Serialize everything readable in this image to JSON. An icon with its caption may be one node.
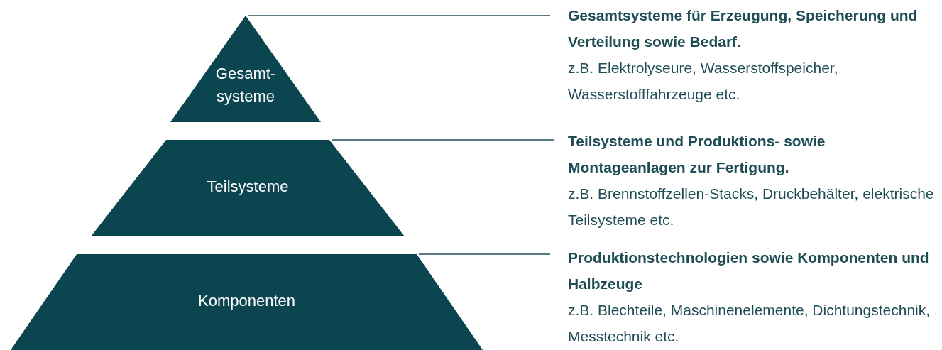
{
  "diagram": {
    "nodes": [
      {
        "text": [
          "Gesamt- systeme"
        ]
      },
      {
        "text": [
          "Teilsysteme"
        ]
      },
      {
        "text": [
          "Komponenten"
        ]
      },
      {
        "text": [
          "Gesamtsysteme für Erzeugung, Speicherung und Verteilung sowie Bedarf.",
          "z.B. Elektrolyseure, Wasserstoffspeicher, Wasserstofffahrzeuge etc."
        ]
      },
      {
        "text": [
          "Teilsysteme und Produktions- sowie Montageanlagen zur Fertigung.",
          "z.B. Brennstoffzellen-Stacks, Druckbehälter, elektrische Teilsysteme etc."
        ]
      },
      {
        "text": [
          "Produktionstechnologien sowie Komponenten und Halbzeuge",
          "z.B. Blechteile, Maschinenelemente, Dichtungstechnik, Messtechnik etc."
        ]
      }
    ],
    "edges": [
      {
        "from": 3,
        "to": 0,
        "arrow": "none"
      },
      {
        "from": 4,
        "to": 1,
        "arrow": "none"
      },
      {
        "from": 5,
        "to": 2,
        "arrow": "none"
      }
    ]
  }
}
